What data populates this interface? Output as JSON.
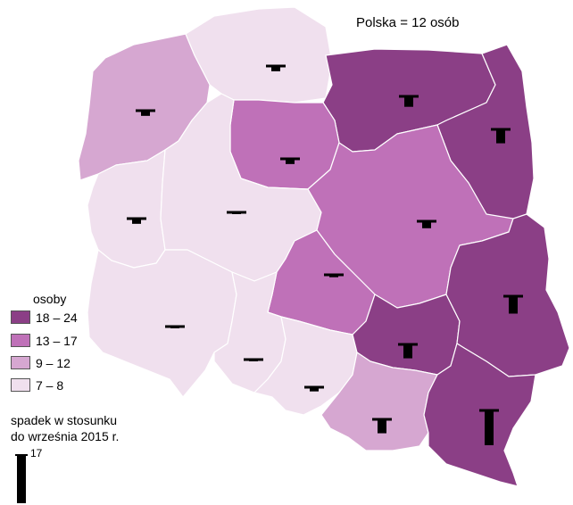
{
  "title": "Polska = 12 osób",
  "legend": {
    "title": "osoby",
    "classes": [
      {
        "label": "18 – 24",
        "color": "#8b3f86"
      },
      {
        "label": "13 – 17",
        "color": "#bf71b8"
      },
      {
        "label": "9 – 12",
        "color": "#d6a7d1"
      },
      {
        "label": "7 –  8",
        "color": "#f0e0ee"
      }
    ]
  },
  "drop_legend": {
    "title_line1": "spadek w stosunku",
    "title_line2": "do września 2015 r.",
    "ref_value": "17",
    "ref_drop": 17
  },
  "regions": [
    {
      "id": "zachodniopomorskie",
      "class": 2,
      "drop": 1.5
    },
    {
      "id": "pomorskie",
      "class": 3,
      "drop": 1.5
    },
    {
      "id": "warminsko-mazurskie",
      "class": 0,
      "drop": 3
    },
    {
      "id": "podlaskie",
      "class": 0,
      "drop": 4
    },
    {
      "id": "kujawsko-pomorskie",
      "class": 1,
      "drop": 1.5
    },
    {
      "id": "lubuskie",
      "class": 3,
      "drop": 1.5
    },
    {
      "id": "wielkopolskie",
      "class": 3,
      "drop": 0.5
    },
    {
      "id": "mazowieckie",
      "class": 1,
      "drop": 2
    },
    {
      "id": "lodzkie",
      "class": 1,
      "drop": 0.7
    },
    {
      "id": "dolnoslaskie",
      "class": 3,
      "drop": 0.3
    },
    {
      "id": "opolskie",
      "class": 3,
      "drop": 0.2
    },
    {
      "id": "slaskie",
      "class": 3,
      "drop": 1.2
    },
    {
      "id": "swietokrzyskie",
      "class": 0,
      "drop": 4
    },
    {
      "id": "lubelskie",
      "class": 0,
      "drop": 5
    },
    {
      "id": "malopolskie",
      "class": 2,
      "drop": 4
    },
    {
      "id": "podkarpackie",
      "class": 0,
      "drop": 10
    }
  ]
}
